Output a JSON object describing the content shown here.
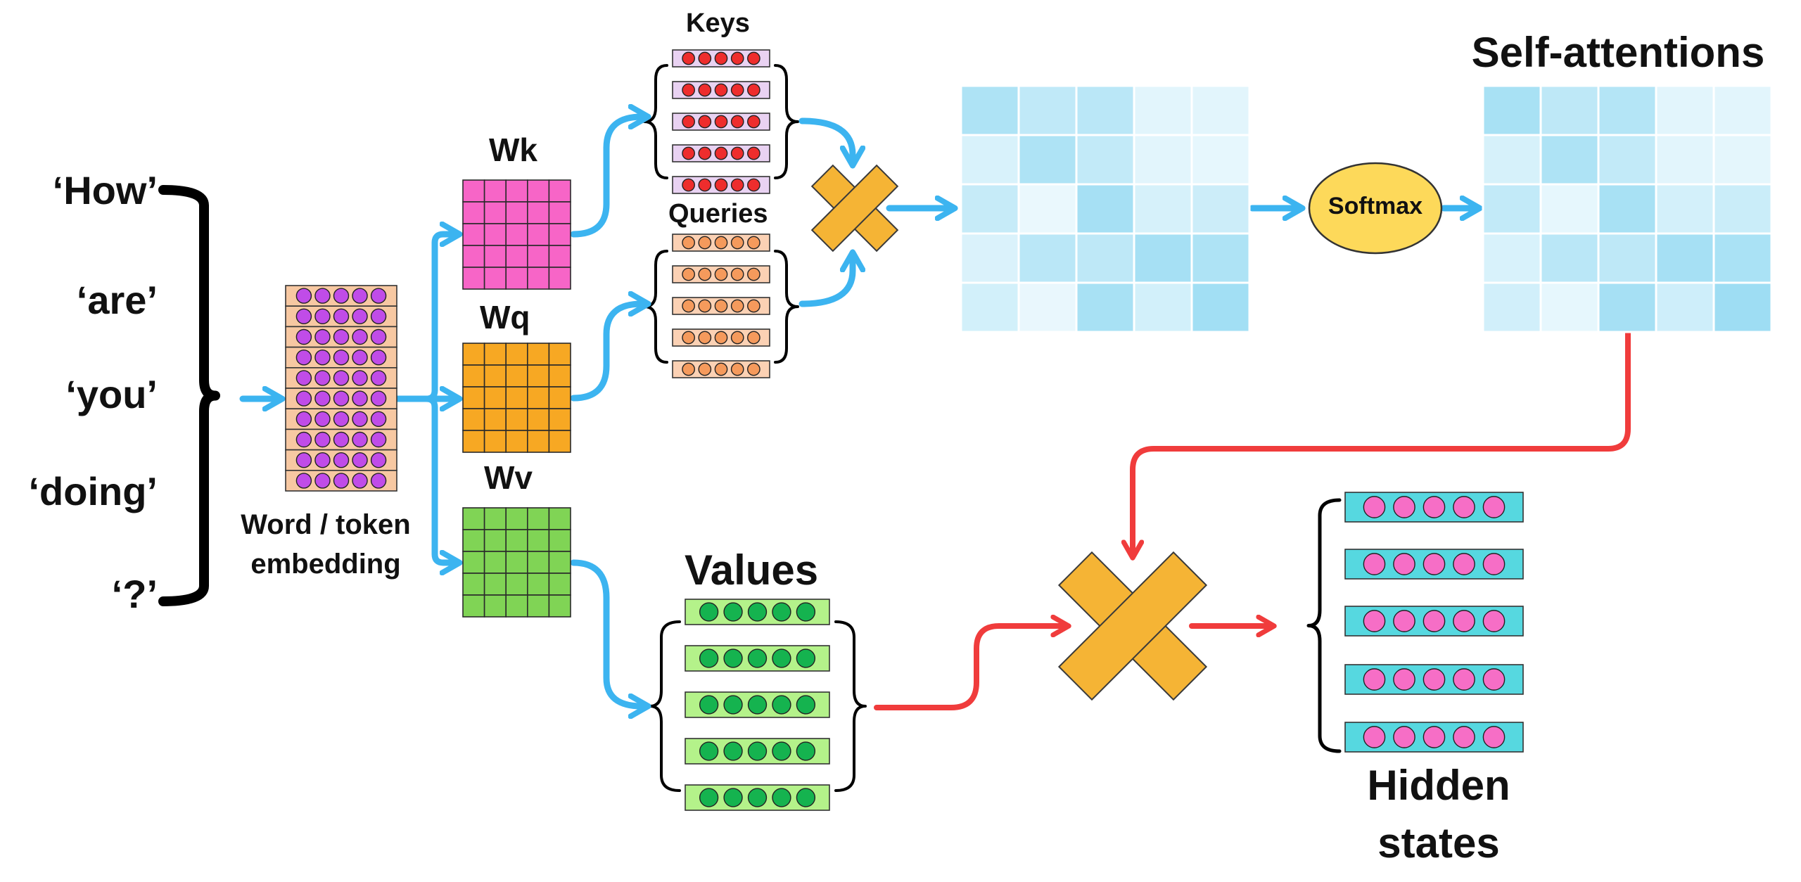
{
  "tokens": [
    "‘How’",
    "‘are’",
    "‘you’",
    "‘doing’",
    "‘?’"
  ],
  "labels": {
    "embedding_line1": "Word / token",
    "embedding_line2": "embedding",
    "wk": "Wk",
    "wq": "Wq",
    "wv": "Wv",
    "keys": "Keys",
    "queries": "Queries",
    "values": "Values",
    "softmax": "Softmax",
    "self_attentions": "Self-attentions",
    "hidden_line1": "Hidden",
    "hidden_line2": "states"
  },
  "colors": {
    "arrow_blue": "#3cb4f0",
    "arrow_red": "#f03c3c",
    "wk_fill": "#f765c7",
    "wq_fill": "#f7a823",
    "wv_fill": "#80d455",
    "embedding_bg": "#f7c8a2",
    "embedding_dot": "#c04ce8",
    "key_dot": "#ee2d2d",
    "key_bg": "#e9d2f2",
    "query_dot": "#f59a5c",
    "query_bg": "#fbd1b4",
    "value_bg": "#b4f28a",
    "value_dot": "#15b34f",
    "hidden_bg": "#56d8e0",
    "hidden_dot": "#f66ec6",
    "multiply": "#f5b435",
    "softmax_fill": "#fdd95a"
  },
  "icons": {
    "multiply": "multiply-icon"
  },
  "attention_matrix_before": [
    [
      0.55,
      0.4,
      0.45,
      0.12,
      0.12
    ],
    [
      0.2,
      0.55,
      0.38,
      0.12,
      0.08
    ],
    [
      0.35,
      0.05,
      0.62,
      0.22,
      0.3
    ],
    [
      0.18,
      0.45,
      0.42,
      0.62,
      0.55
    ],
    [
      0.25,
      0.06,
      0.6,
      0.25,
      0.65
    ]
  ],
  "attention_matrix_after": [
    [
      0.6,
      0.42,
      0.5,
      0.12,
      0.12
    ],
    [
      0.22,
      0.55,
      0.38,
      0.12,
      0.1
    ],
    [
      0.38,
      0.08,
      0.6,
      0.24,
      0.32
    ],
    [
      0.2,
      0.45,
      0.42,
      0.62,
      0.58
    ],
    [
      0.26,
      0.08,
      0.62,
      0.28,
      0.68
    ]
  ]
}
